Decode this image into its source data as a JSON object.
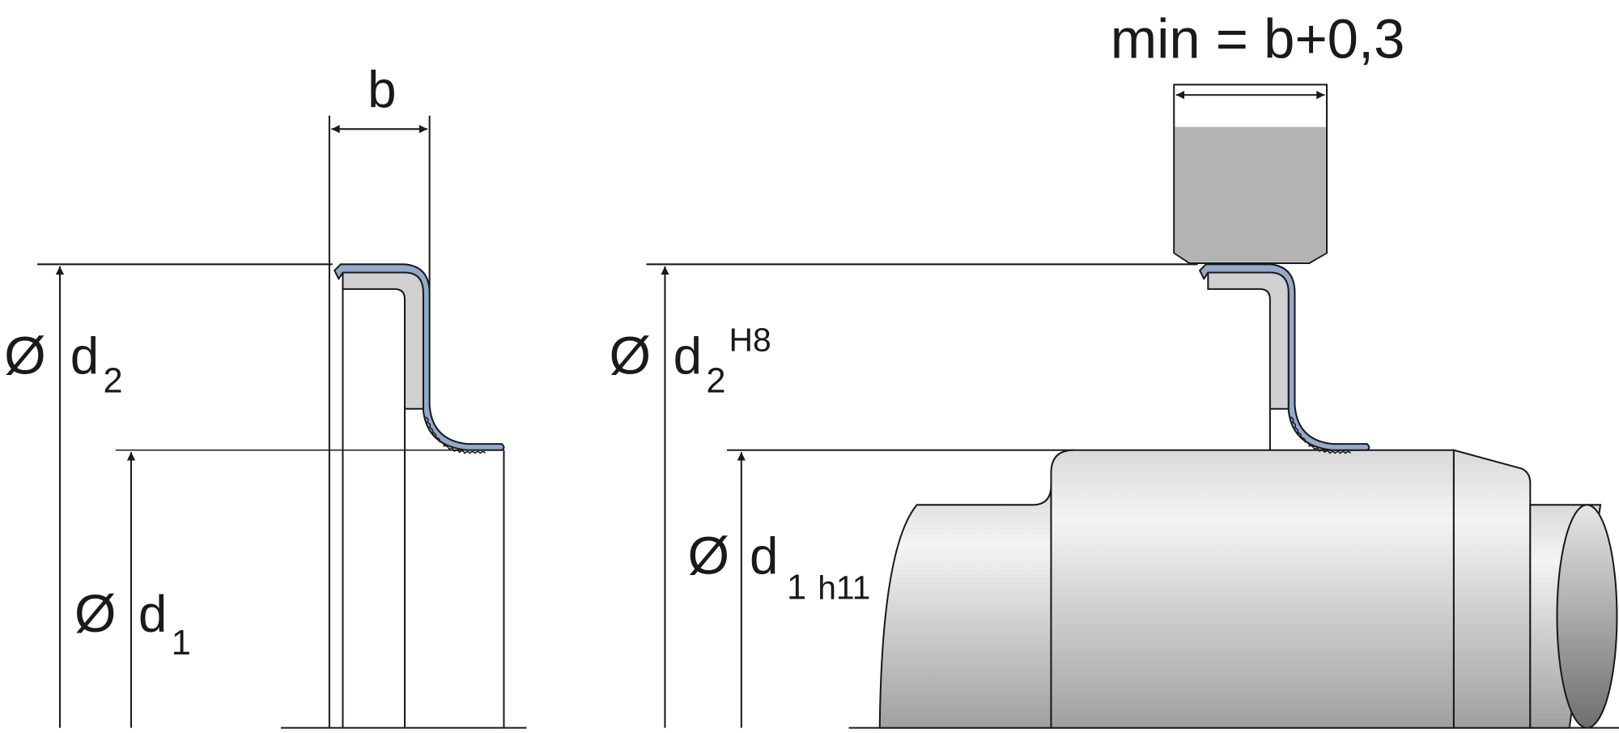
{
  "left_view": {
    "width_label": "b",
    "d2_symbol": "Ø",
    "d2_label": "d",
    "d2_sub": "2",
    "d1_symbol": "Ø",
    "d1_label": "d",
    "d1_sub": "1"
  },
  "right_view": {
    "bore_width_label": "min = b+0,3",
    "d2_symbol": "Ø",
    "d2_label": "d",
    "d2_sub": "2",
    "d2_tolerance": "H8",
    "d1_symbol": "Ø",
    "d1_label": "d",
    "d1_sub": "1",
    "d1_tolerance": "h11"
  },
  "colors": {
    "seal_lip": "#94aacb",
    "seal_case": "#d0d0d0",
    "housing": "#b3b3b3",
    "shaft_light": "#f2f2f2",
    "shaft_dark": "#8a8a8a"
  }
}
